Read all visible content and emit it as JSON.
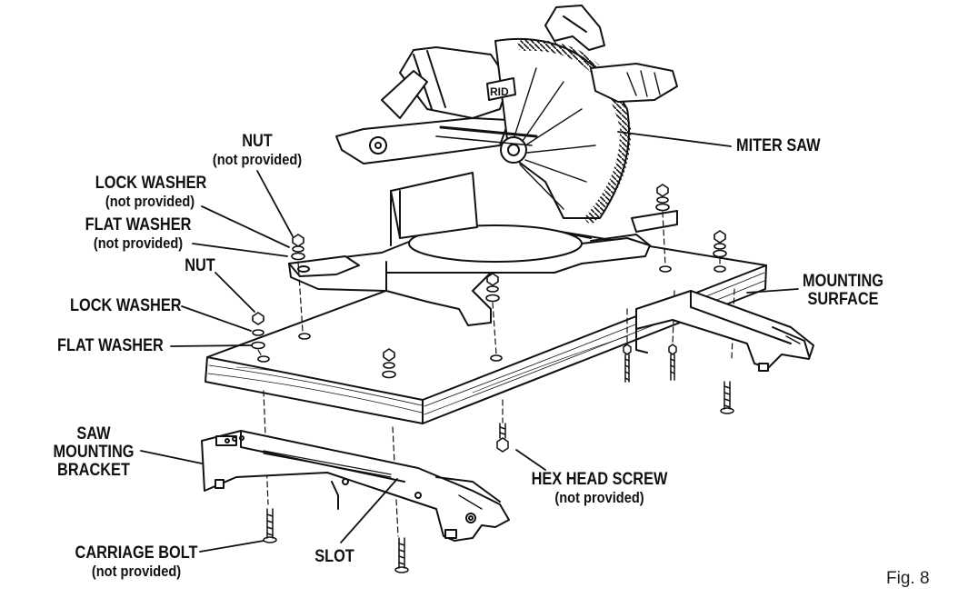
{
  "labels": {
    "nut_top": {
      "line1": "NUT",
      "line2": "(not provided)"
    },
    "lock_washer_top": {
      "line1": "LOCK WASHER",
      "line2": "(not provided)"
    },
    "flat_washer_top": {
      "line1": "FLAT WASHER",
      "line2": "(not provided)"
    },
    "nut": "NUT",
    "lock_washer": "LOCK WASHER",
    "flat_washer": "FLAT WASHER",
    "miter_saw": "MITER SAW",
    "mounting_surface": {
      "line1": "MOUNTING",
      "line2": "SURFACE"
    },
    "saw_mounting_bracket": {
      "line1": "SAW",
      "line2": "MOUNTING",
      "line3": "BRACKET"
    },
    "hex_head_screw": {
      "line1": "HEX HEAD SCREW",
      "line2": "(not provided)"
    },
    "carriage_bolt": {
      "line1": "CARRIAGE BOLT",
      "line2": "(not provided)"
    },
    "slot": "SLOT",
    "saw_logo": "RID"
  },
  "figure_number": "Fig. 8"
}
